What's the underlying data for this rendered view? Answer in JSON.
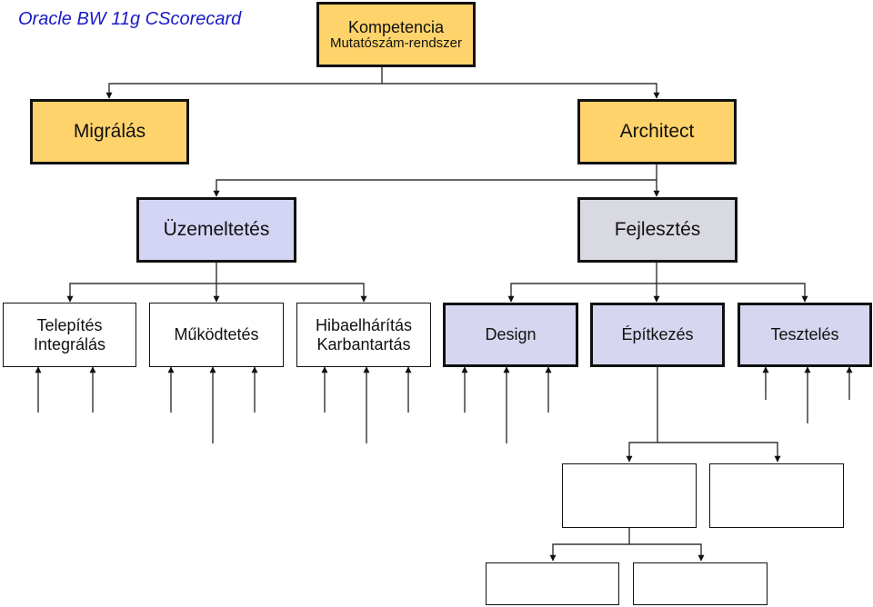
{
  "app_title": "Oracle BW 11g CScorecard",
  "root": {
    "line1": "Kompetencia",
    "line2": "Mutatószám-rendszer"
  },
  "level1": {
    "left": "Migrálás",
    "right": "Architect"
  },
  "level2": {
    "left": "Üzemeltetés",
    "right": "Fejlesztés"
  },
  "level3": {
    "b1_line1": "Telepítés",
    "b1_line2": "Integrálás",
    "b2": "Működtetés",
    "b3_line1": "Hibaelhárítás",
    "b3_line2": "Karbantartás",
    "b4": "Design",
    "b5": "Építkezés",
    "b6": "Tesztelés"
  },
  "colors": {
    "gold": "#ffd36b",
    "lavender": "#d4d4f5",
    "grey": "#d9d9e1",
    "title_blue": "#1a1ac8"
  }
}
